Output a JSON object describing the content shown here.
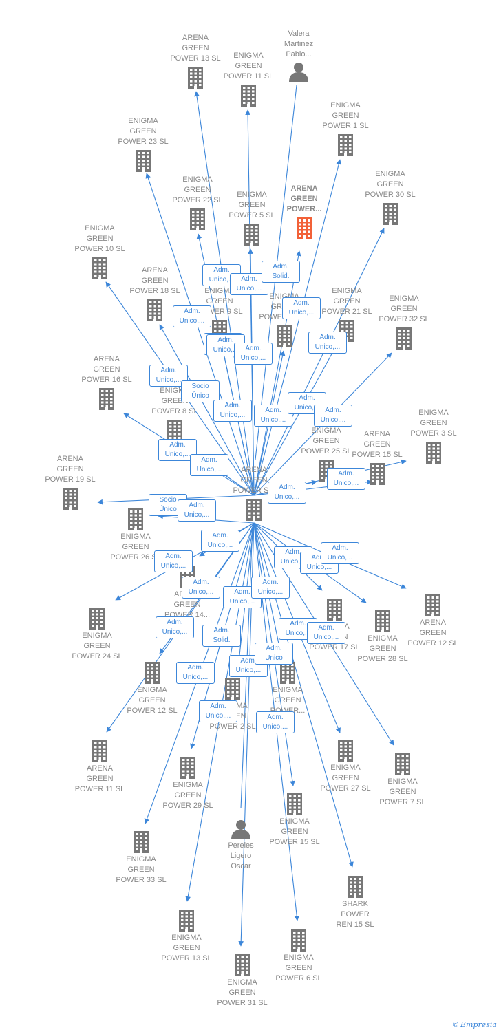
{
  "colors": {
    "edge": "#3c86d9",
    "node_icon": "#777777",
    "highlight": "#f26138"
  },
  "center": {
    "id": "center",
    "label": "ARENA\nGREEN\nPOWER  S..."
  },
  "nodes": [
    {
      "id": "arena13",
      "label": "ARENA\nGREEN\nPOWER 13  SL",
      "type": "company"
    },
    {
      "id": "enigma11",
      "label": "ENIGMA\nGREEN\nPOWER 11  SL",
      "type": "company"
    },
    {
      "id": "valera",
      "label": "Valera\nMartinez\nPablo...",
      "type": "person",
      "incoming": true
    },
    {
      "id": "enigma1",
      "label": "ENIGMA\nGREEN\nPOWER 1  SL",
      "type": "company"
    },
    {
      "id": "enigma23",
      "label": "ENIGMA\nGREEN\nPOWER 23  SL",
      "type": "company"
    },
    {
      "id": "enigma30",
      "label": "ENIGMA\nGREEN\nPOWER 30  SL",
      "type": "company"
    },
    {
      "id": "enigma22",
      "label": "ENIGMA\nGREEN\nPOWER 22  SL",
      "type": "company"
    },
    {
      "id": "enigma5",
      "label": "ENIGMA\nGREEN\nPOWER 5  SL",
      "type": "company"
    },
    {
      "id": "arenaH",
      "label": "ARENA\nGREEN\nPOWER...",
      "type": "company",
      "highlight": true
    },
    {
      "id": "enigma10",
      "label": "ENIGMA\nGREEN\nPOWER 10  SL",
      "type": "company"
    },
    {
      "id": "arena18",
      "label": "ARENA\nGREEN\nPOWER 18  SL",
      "type": "company"
    },
    {
      "id": "enigma21",
      "label": "ENIGMA\nGREEN\nPOWER 21  SL",
      "type": "company"
    },
    {
      "id": "enigma32",
      "label": "ENIGMA\nGREEN\nPOWER 32  SL",
      "type": "company"
    },
    {
      "id": "enigma9",
      "label": "ENIGMA\nGREEN\nPOWER 9  SL",
      "type": "company"
    },
    {
      "id": "enigma14",
      "label": "ENIGMA\nGREEN\nPOWER 14  SL",
      "type": "company"
    },
    {
      "id": "arena16",
      "label": "ARENA\nGREEN\nPOWER 16  SL",
      "type": "company"
    },
    {
      "id": "enigma8",
      "label": "ENIGMA\nGREEN\nPOWER 8  SL",
      "type": "company"
    },
    {
      "id": "enigma3",
      "label": "ENIGMA\nGREEN\nPOWER 3  SL",
      "type": "company"
    },
    {
      "id": "enigma25",
      "label": "ENIGMA\nGREEN\nPOWER 25  SL",
      "type": "company"
    },
    {
      "id": "arena15",
      "label": "ARENA\nGREEN\nPOWER 15  SL",
      "type": "company"
    },
    {
      "id": "arena19",
      "label": "ARENA\nGREEN\nPOWER 19  SL",
      "type": "company"
    },
    {
      "id": "enigma26",
      "label": "ENIGMA\nGREEN\nPOWER 26  SL",
      "type": "company"
    },
    {
      "id": "arena14",
      "label": "ARENA\nGREEN\nPOWER 14...",
      "type": "company"
    },
    {
      "id": "enigma17",
      "label": "ENIGMA\nGREEN\nPOWER 17  SL",
      "type": "company"
    },
    {
      "id": "enigma28",
      "label": "ENIGMA\nGREEN\nPOWER 28  SL",
      "type": "company"
    },
    {
      "id": "arena12",
      "label": "ARENA\nGREEN\nPOWER 12  SL",
      "type": "company"
    },
    {
      "id": "enigma24",
      "label": "ENIGMA\nGREEN\nPOWER 24  SL",
      "type": "company"
    },
    {
      "id": "enigma12",
      "label": "ENIGMA\nGREEN\nPOWER 12  SL",
      "type": "company"
    },
    {
      "id": "enigmaX",
      "label": "ENIGMA\nGREEN\nPOWER...",
      "type": "company"
    },
    {
      "id": "enigma2",
      "label": "ENIGMA\nGREEN\nPOWER 2  SL",
      "type": "company"
    },
    {
      "id": "arena11",
      "label": "ARENA\nGREEN\nPOWER 11  SL",
      "type": "company"
    },
    {
      "id": "enigma29",
      "label": "ENIGMA\nGREEN\nPOWER 29  SL",
      "type": "company"
    },
    {
      "id": "enigma27",
      "label": "ENIGMA\nGREEN\nPOWER 27  SL",
      "type": "company"
    },
    {
      "id": "enigma7",
      "label": "ENIGMA\nGREEN\nPOWER 7  SL",
      "type": "company"
    },
    {
      "id": "perez",
      "label": "Pereles\nLigero\nOscar",
      "type": "person",
      "incoming": true
    },
    {
      "id": "enigma15",
      "label": "ENIGMA\nGREEN\nPOWER 15  SL",
      "type": "company"
    },
    {
      "id": "enigma33",
      "label": "ENIGMA\nGREEN\nPOWER 33  SL",
      "type": "company"
    },
    {
      "id": "shark15",
      "label": "SHARK\nPOWER\nREN 15  SL",
      "type": "company"
    },
    {
      "id": "enigma13",
      "label": "ENIGMA\nGREEN\nPOWER 13  SL",
      "type": "company"
    },
    {
      "id": "enigma6",
      "label": "ENIGMA\nGREEN\nPOWER 6  SL",
      "type": "company"
    },
    {
      "id": "enigma31",
      "label": "ENIGMA\nGREEN\nPOWER 31  SL",
      "type": "company"
    }
  ],
  "relations": [
    {
      "text": "Adm.\nUnico,..."
    },
    {
      "text": "Adm.\nUnico,..."
    },
    {
      "text": "Adm.\nSolid."
    },
    {
      "text": "Adm.\nUnico,..."
    },
    {
      "text": "Adm.\nUnico,..."
    },
    {
      "text": "Adm.\nUnico,..."
    },
    {
      "text": "Adm.\nUnico,..."
    },
    {
      "text": "Adm.\nUnico,..."
    },
    {
      "text": "Adm.\nUnico,..."
    },
    {
      "text": "Adm.\nUnico,..."
    },
    {
      "text": "Socio\nÚnico"
    },
    {
      "text": "Adm.\nUnico,..."
    },
    {
      "text": "Adm.\nUnico,..."
    },
    {
      "text": "Adm.\nUnico,..."
    },
    {
      "text": "Adm.\nUnico,..."
    },
    {
      "text": "Adm.\nUnico,..."
    },
    {
      "text": "Adm.\nUnico,..."
    },
    {
      "text": "Adm.\nUnico,..."
    },
    {
      "text": "Adm.\nUnico,..."
    },
    {
      "text": "Socio\nÚnico"
    },
    {
      "text": "Adm.\nUnico,..."
    },
    {
      "text": "Adm.\nUnico,..."
    },
    {
      "text": "Adm.\nUnico,..."
    },
    {
      "text": "Adm.\nUnico,..."
    },
    {
      "text": "Adm.\nUnico,..."
    },
    {
      "text": "Adm.\nUnico,..."
    },
    {
      "text": "Adm.\nUnico,..."
    },
    {
      "text": "Adm.\nUnico,..."
    },
    {
      "text": "Adm.\nUnico,..."
    },
    {
      "text": "Adm.\nUnico,..."
    },
    {
      "text": "Adm.\nSolid."
    },
    {
      "text": "Adm.\nUnico,..."
    },
    {
      "text": "Adm.\nUnico,..."
    },
    {
      "text": "Adm.\nUnico"
    },
    {
      "text": "Adm.\nUnico,..."
    },
    {
      "text": "Adm.\nUnico,..."
    },
    {
      "text": "Adm.\nUnico,..."
    },
    {
      "text": "Adm.\nUnico,..."
    }
  ],
  "footer": {
    "copyright": "©",
    "brand": "Empresia"
  }
}
